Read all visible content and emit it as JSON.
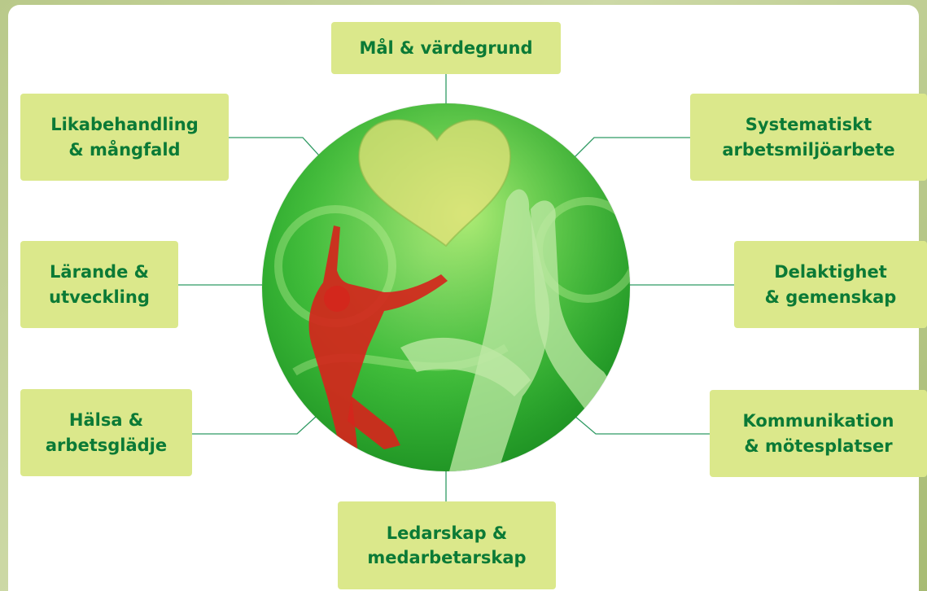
{
  "center": {
    "top": "Mål & värdegrund",
    "bottom_line1": "Ledarskap &",
    "bottom_line2": "medarbetarskap"
  },
  "left": [
    {
      "line1": "Likabehandling",
      "line2": "& mångfald"
    },
    {
      "line1": "Lärande &",
      "line2": "utveckling"
    },
    {
      "line1": "Hälsa &",
      "line2": "arbetsglädje"
    }
  ],
  "right": [
    {
      "line1": "Systematiskt",
      "line2": "arbetsmiljöarbete"
    },
    {
      "line1": "Delaktighet",
      "line2": "& gemenskap"
    },
    {
      "line1": "Kommunikation",
      "line2": "& mötesplatser"
    }
  ],
  "colors": {
    "box_fill": "#dbe88b",
    "box_text": "#0b7a36",
    "connector": "#2f9a63",
    "circle_green": "#3fbf3a",
    "figure_red": "#d4261c"
  },
  "icons": [
    "heart-image",
    "dancing-woman-image",
    "raised-hands-image"
  ]
}
